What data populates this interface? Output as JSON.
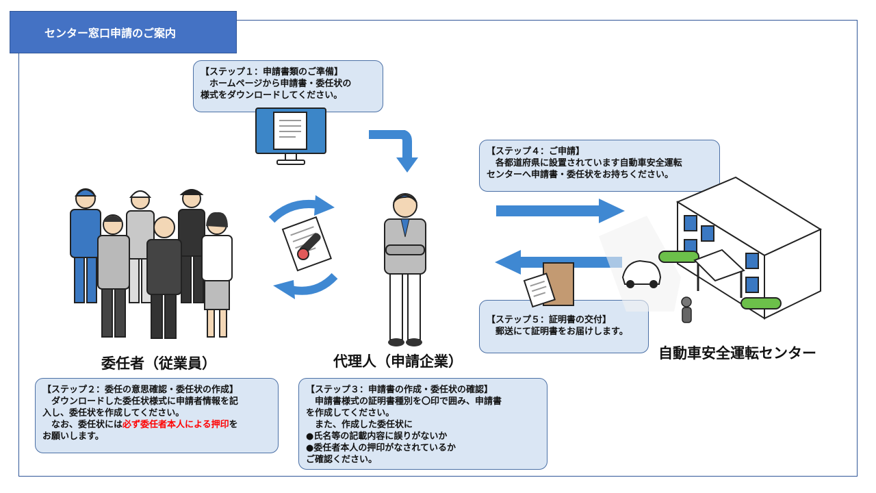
{
  "title": "センター窓口申請のご案内",
  "labels": {
    "employees": "委任者（従業員）",
    "agent": "代理人（申請企業）",
    "center": "自動車安全運転センター"
  },
  "steps": {
    "step1": {
      "heading": "【ステップ１：申請書類のご準備】",
      "line1": "　ホームページから申請書・委任状の",
      "line2": "様式をダウンロードしてください。"
    },
    "step2": {
      "heading": "【ステップ２：委任の意思確認・委任状の作成】",
      "line1": "　ダウンロードした委任状様式に申請者情報を記",
      "line2": "入し、委任状を作成してください。",
      "line3_pre": "　なお、委任状には",
      "line3_red": "必ず委任者本人による押印",
      "line3_post": "を",
      "line4": "お願いします。"
    },
    "step3": {
      "heading": "【ステップ３：申請書の作成・委任状の確認】",
      "line1": "　申請書様式の証明書種別を〇印で囲み、申請書",
      "line2": "を作成してください。",
      "line3": "　また、作成した委任状に",
      "line4": "●氏名等の記載内容に誤りがないか",
      "line5": "●委任者本人の押印がなされているか",
      "line6": "ご確認ください。"
    },
    "step4": {
      "heading": "【ステップ４：ご申請】",
      "line1": "　各都道府県に設置されています自動車安全運転",
      "line2": "センターへ申請書・委任状をお持ちください。"
    },
    "step5": {
      "heading": "【ステップ５：証明書の交付】",
      "line1": "　郵送にて証明書をお届けします。"
    }
  },
  "colors": {
    "accent": "#4472c4",
    "callout_bg": "#dae6f4",
    "arrow": "#3f88d2",
    "warning_text": "#ff0000"
  }
}
